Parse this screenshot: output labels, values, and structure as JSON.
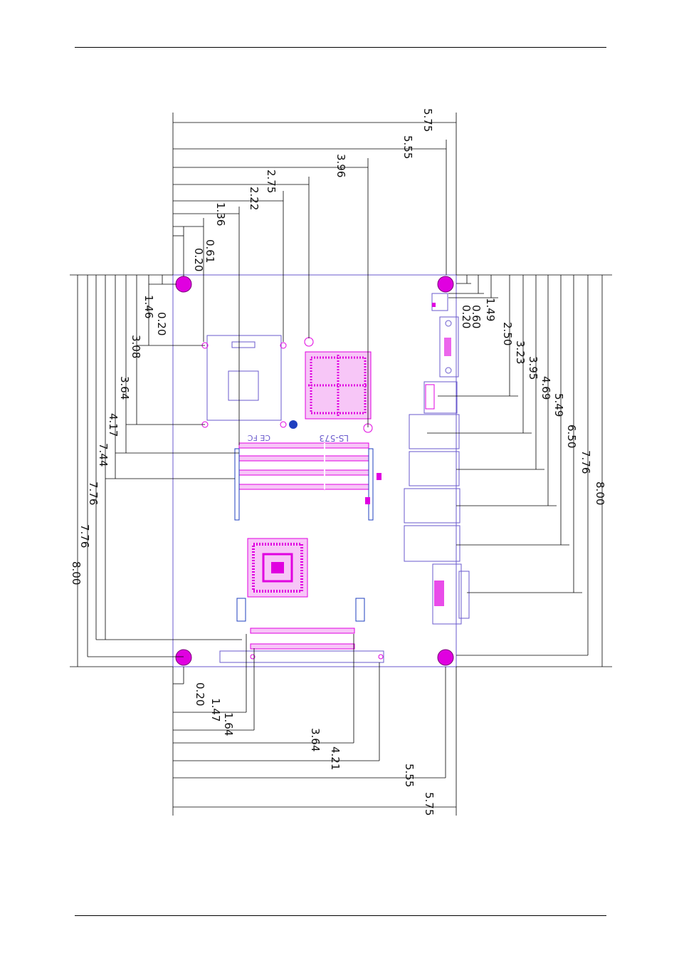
{
  "colors": {
    "outline": "#6a5acd",
    "component": "#e000e0",
    "dimension": "#000000",
    "accent_blue": "#1f3fbf"
  },
  "board_marking": "LS-573",
  "dims_top": [
    "5.75",
    "5.55",
    "3.96",
    "2.75",
    "2.22",
    "1.36",
    "0.61",
    "0.20"
  ],
  "dims_bottom": [
    "0.20",
    "1.47",
    "1.64",
    "3.64",
    "4.21",
    "5.55",
    "5.75"
  ],
  "dims_left": [
    "0.20",
    "1.46",
    "3.08",
    "3.64",
    "4.17",
    "7.44",
    "7.76",
    "7.76",
    "8.00"
  ],
  "dims_right": [
    "0.20",
    "0.60",
    "1.49",
    "2.50",
    "3.23",
    "3.95",
    "4.69",
    "5.49",
    "6.50",
    "7.76",
    "8.00"
  ]
}
